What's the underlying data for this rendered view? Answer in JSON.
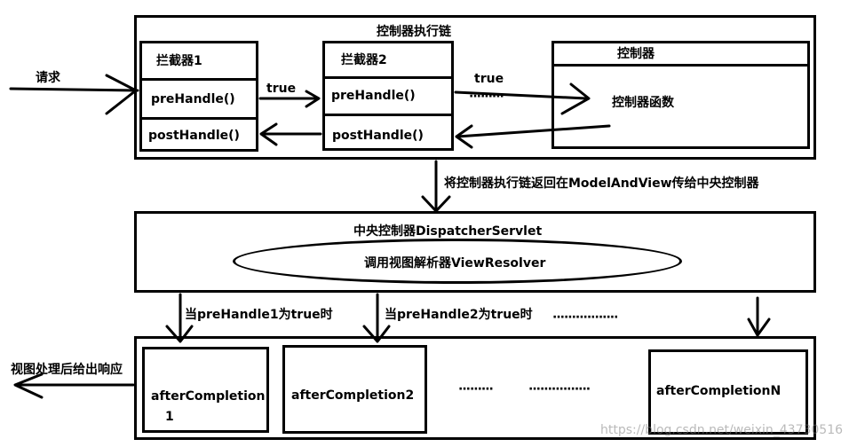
{
  "request_label": "请求",
  "chain": {
    "title": "控制器执行链",
    "interceptor1": {
      "name": "拦截器1",
      "pre": "preHandle()",
      "post": "postHandle()"
    },
    "interceptor2": {
      "name": "拦截器2",
      "pre": "preHandle()",
      "post": "postHandle()"
    },
    "controller": {
      "name": "控制器",
      "func": "控制器函数"
    },
    "true_label_1": "true",
    "true_label_2": "true",
    "dots": "·········"
  },
  "return_label": "将控制器执行链返回在ModelAndView传给中央控制器",
  "dispatcher": {
    "title": "中央控制器DispatcherServlet",
    "resolver": "调用视图解析器ViewResolver"
  },
  "conditions": {
    "cond1": "当preHandle1为true时",
    "cond2": "当preHandle2为true时",
    "dots": "·················"
  },
  "completion": {
    "ac1_line1": "afterCompletion",
    "ac1_line2": "1",
    "ac2": "afterCompletion2",
    "acN": "afterCompletionN",
    "dots1": "·········",
    "dots2": "················"
  },
  "response_label": "视图处理后给出响应",
  "watermark": "https://blog.csdn.net/weixin_43730516",
  "colors": {
    "line": "#000000",
    "background": "#ffffff",
    "watermark": "#a0a0a0"
  }
}
